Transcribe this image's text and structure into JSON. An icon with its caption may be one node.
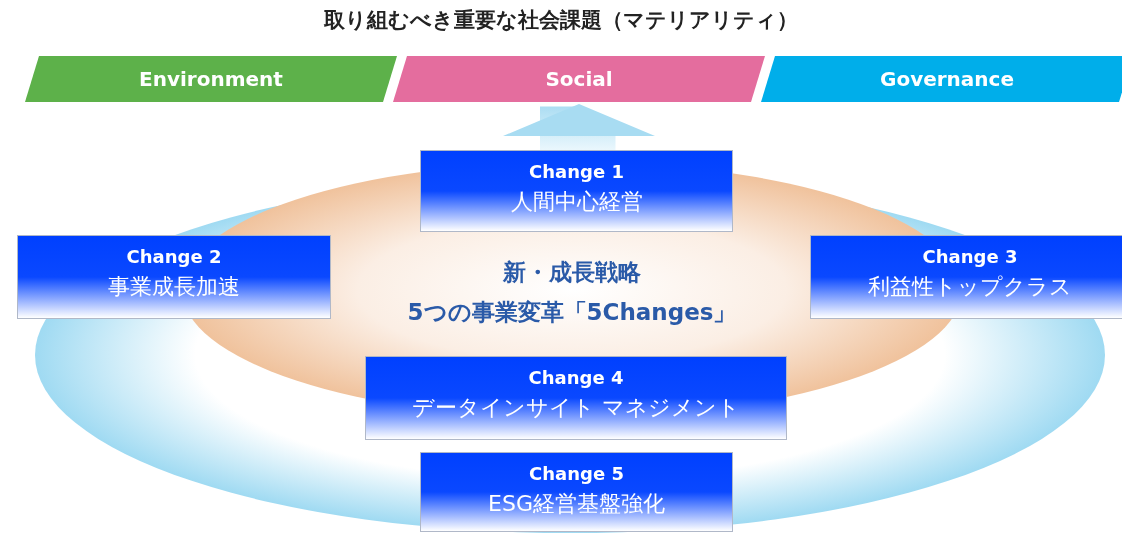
{
  "diagram": {
    "title": "取り組むべき重要な社会課題（マテリアリティ）",
    "nodes": [
      {
        "text": [
          "Environment"
        ]
      },
      {
        "text": [
          "Social"
        ]
      },
      {
        "text": [
          "Governance"
        ]
      },
      {
        "text": [
          "Change 1",
          "人間中心経営"
        ]
      },
      {
        "text": [
          "新・成長戦略",
          "5つの事業変革「5Changes」"
        ]
      },
      {
        "text": [
          "Change 2",
          "事業成長加速"
        ]
      },
      {
        "text": [
          "Change 3",
          "利益性トップクラス"
        ]
      },
      {
        "text": [
          "Change 4",
          "データインサイト マネジメント"
        ]
      },
      {
        "text": [
          "Change 5",
          "ESG経営基盤強化"
        ]
      }
    ],
    "edges": [
      {
        "from": 3,
        "to": 1,
        "arrow": "to",
        "style": "thick"
      }
    ]
  }
}
